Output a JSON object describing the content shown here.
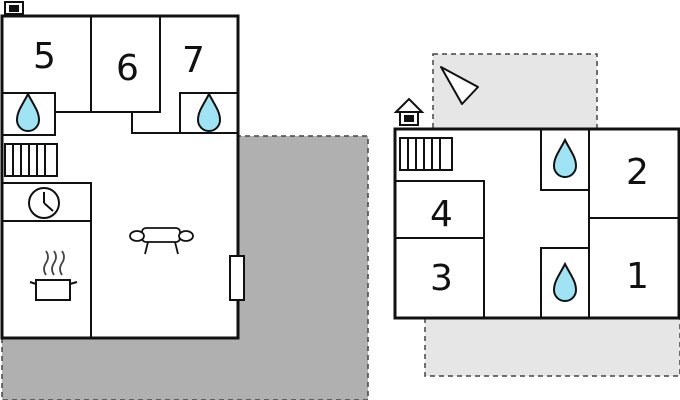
{
  "rooms": {
    "r1": "1",
    "r2": "2",
    "r3": "3",
    "r4": "4",
    "r5": "5",
    "r6": "6",
    "r7": "7"
  },
  "icons": [
    "water-drop-icon",
    "radiator-icon",
    "clock-icon",
    "cooking-pot-icon",
    "sofa-icon",
    "house-icon",
    "compass-icon",
    "window-icon"
  ],
  "colors": {
    "wall": "#111111",
    "outdoor_gray": "#b0b0b0",
    "outdoor_light": "#e6e6e6",
    "water": "#9fe3f5"
  }
}
